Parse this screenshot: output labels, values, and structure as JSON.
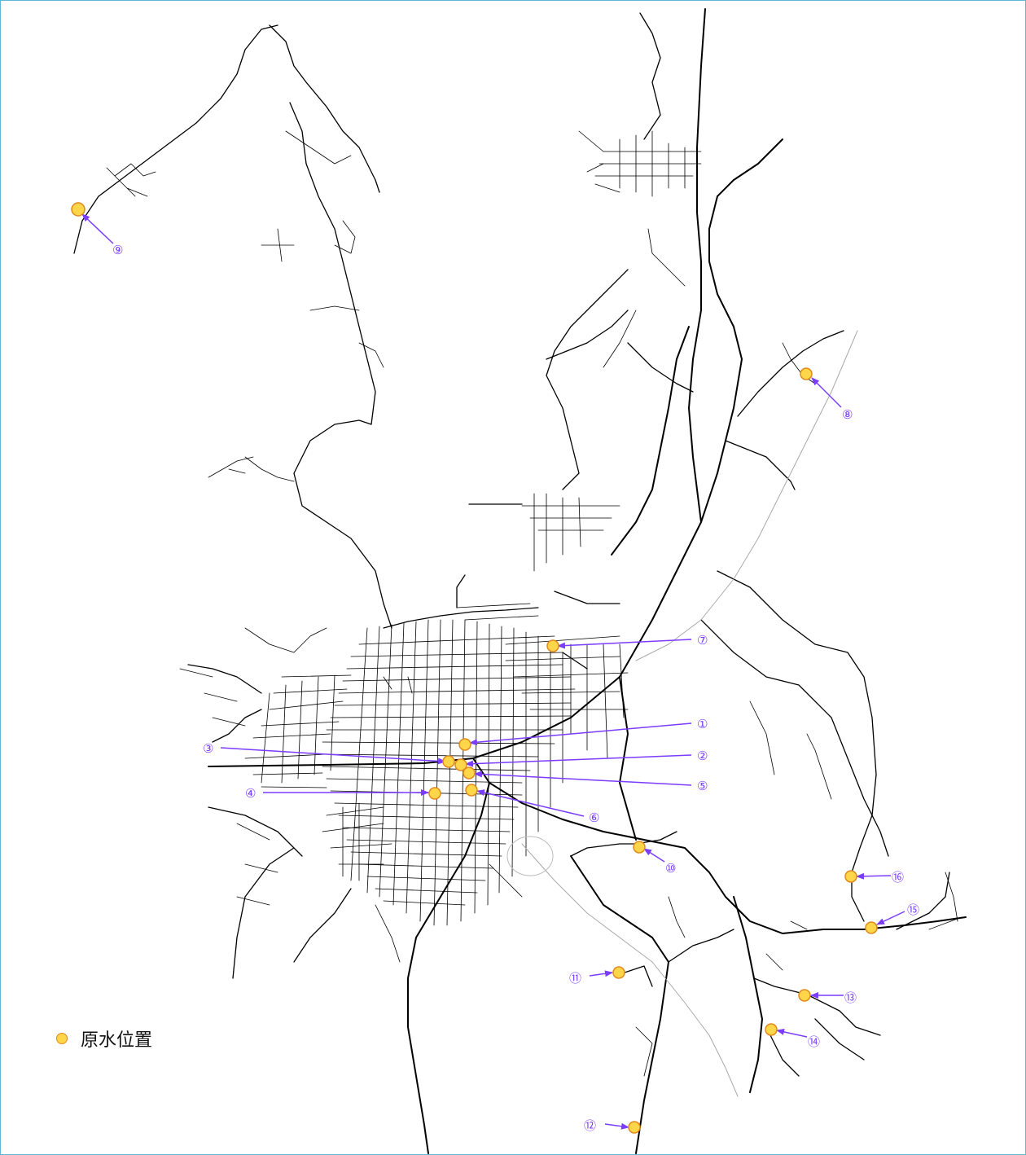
{
  "colors": {
    "marker_fill": "#ffd54a",
    "marker_stroke": "#e08a1e",
    "label": "#7a3cff",
    "roads": "#000000"
  },
  "legend": {
    "label": "原水位置",
    "icon": "marker-circle-icon"
  },
  "points": [
    {
      "id": "1",
      "label": "①"
    },
    {
      "id": "2",
      "label": "②"
    },
    {
      "id": "3",
      "label": "③"
    },
    {
      "id": "4",
      "label": "④"
    },
    {
      "id": "5",
      "label": "⑤"
    },
    {
      "id": "6",
      "label": "⑥"
    },
    {
      "id": "7",
      "label": "⑦"
    },
    {
      "id": "8",
      "label": "⑧"
    },
    {
      "id": "9",
      "label": "⑨"
    },
    {
      "id": "10",
      "label": "⑩"
    },
    {
      "id": "11",
      "label": "⑪"
    },
    {
      "id": "12",
      "label": "⑫"
    },
    {
      "id": "13",
      "label": "⑬"
    },
    {
      "id": "14",
      "label": "⑭"
    },
    {
      "id": "15",
      "label": "⑮"
    },
    {
      "id": "16",
      "label": "⑯"
    }
  ]
}
